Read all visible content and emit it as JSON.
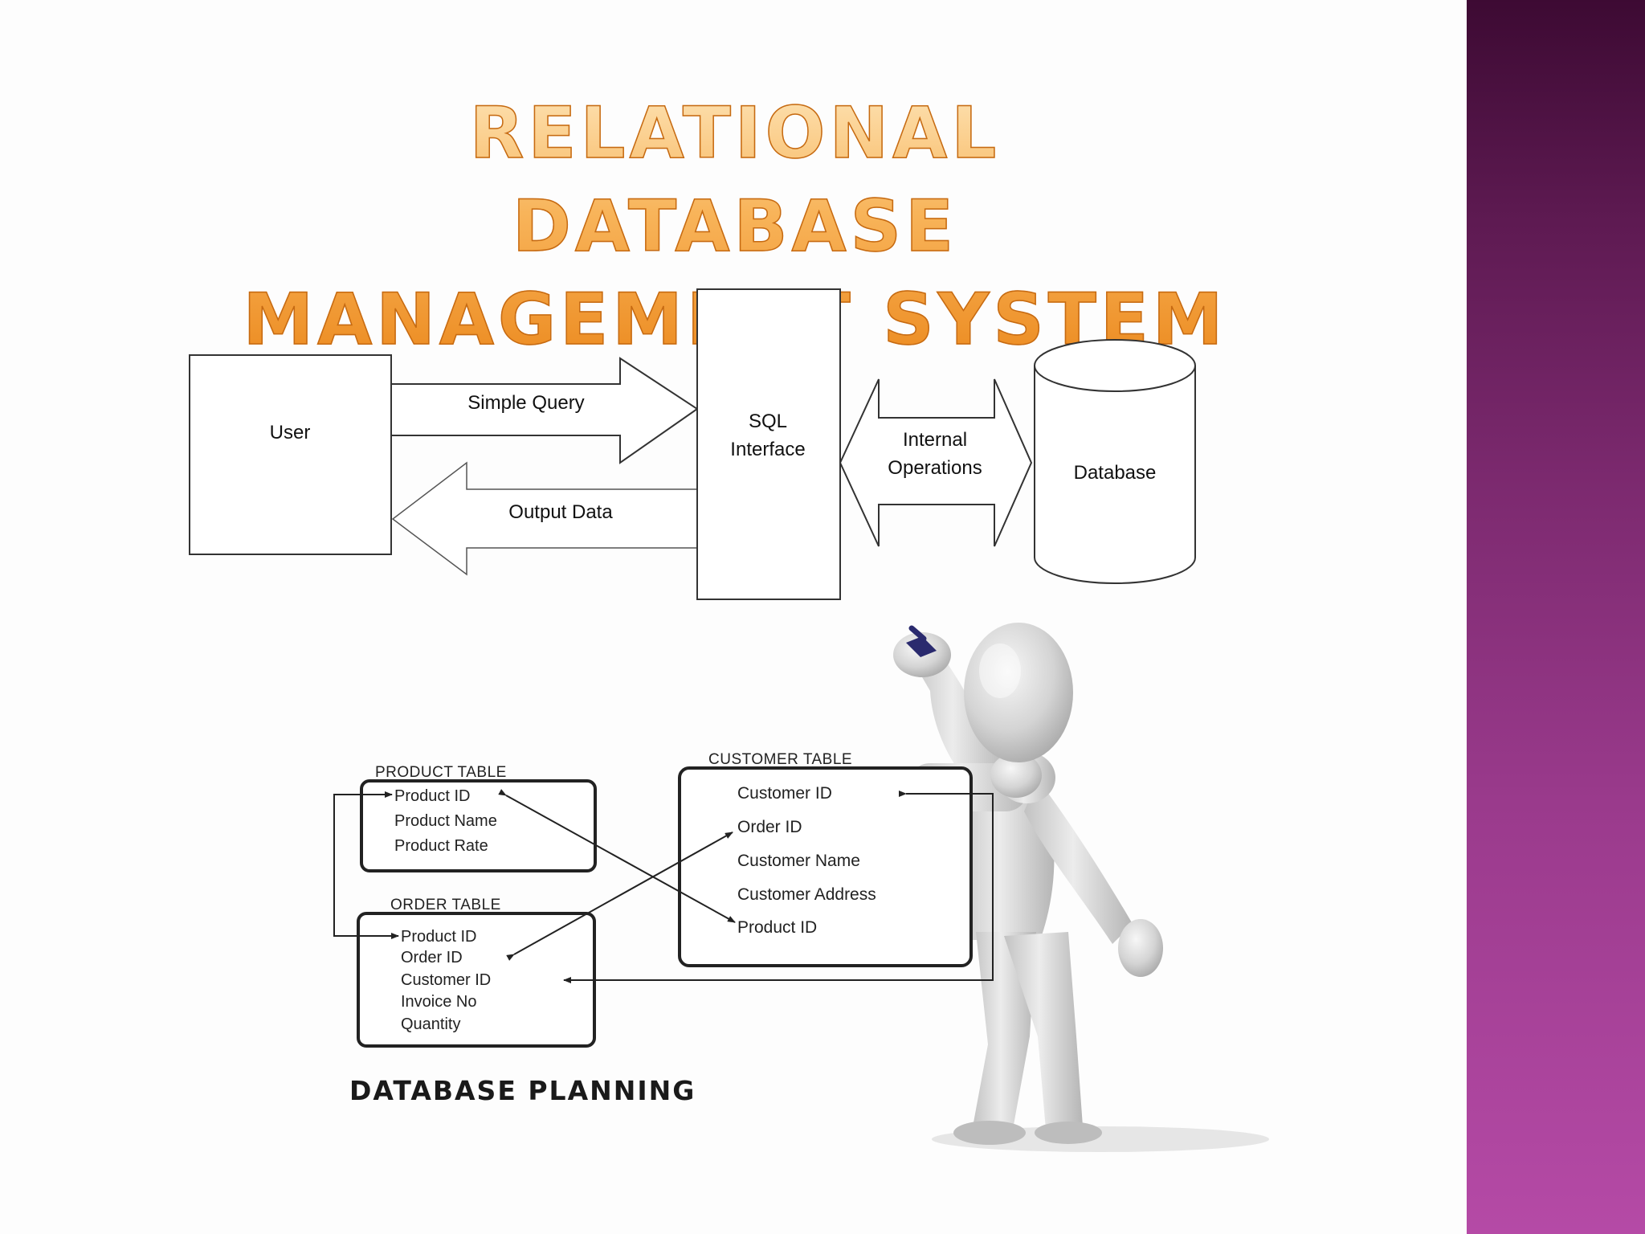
{
  "slide": {
    "title_line1": "RELATIONAL DATABASE",
    "title_line2": "MANAGEMENT SYSTEM",
    "colors": {
      "title_fill": "#f6a64a",
      "title_outline": "#c66a12",
      "side_band_top": "#3d0a33",
      "side_band_bottom": "#b54aa6"
    }
  },
  "architecture_diagram": {
    "user_label": "User",
    "simple_query_label": "Simple Query",
    "output_data_label": "Output Data",
    "sql_interface_line1": "SQL",
    "sql_interface_line2": "Interface",
    "internal_operations_line1": "Internal",
    "internal_operations_line2": "Operations",
    "database_label": "Database"
  },
  "database_planning": {
    "product_table": {
      "title": "PRODUCT TABLE",
      "fields": [
        "Product ID",
        "Product Name",
        "Product Rate"
      ]
    },
    "order_table": {
      "title": "ORDER TABLE",
      "fields": [
        "Product ID",
        "Order ID",
        "Customer ID",
        "Invoice No",
        "Quantity"
      ]
    },
    "customer_table": {
      "title": "CUSTOMER TABLE",
      "fields": [
        "Customer ID",
        "Order ID",
        "Customer Name",
        "Customer Address",
        "Product ID"
      ]
    },
    "caption": "DATABASE  PLANNING",
    "figure_icon": "3d-person-figure-icon"
  }
}
